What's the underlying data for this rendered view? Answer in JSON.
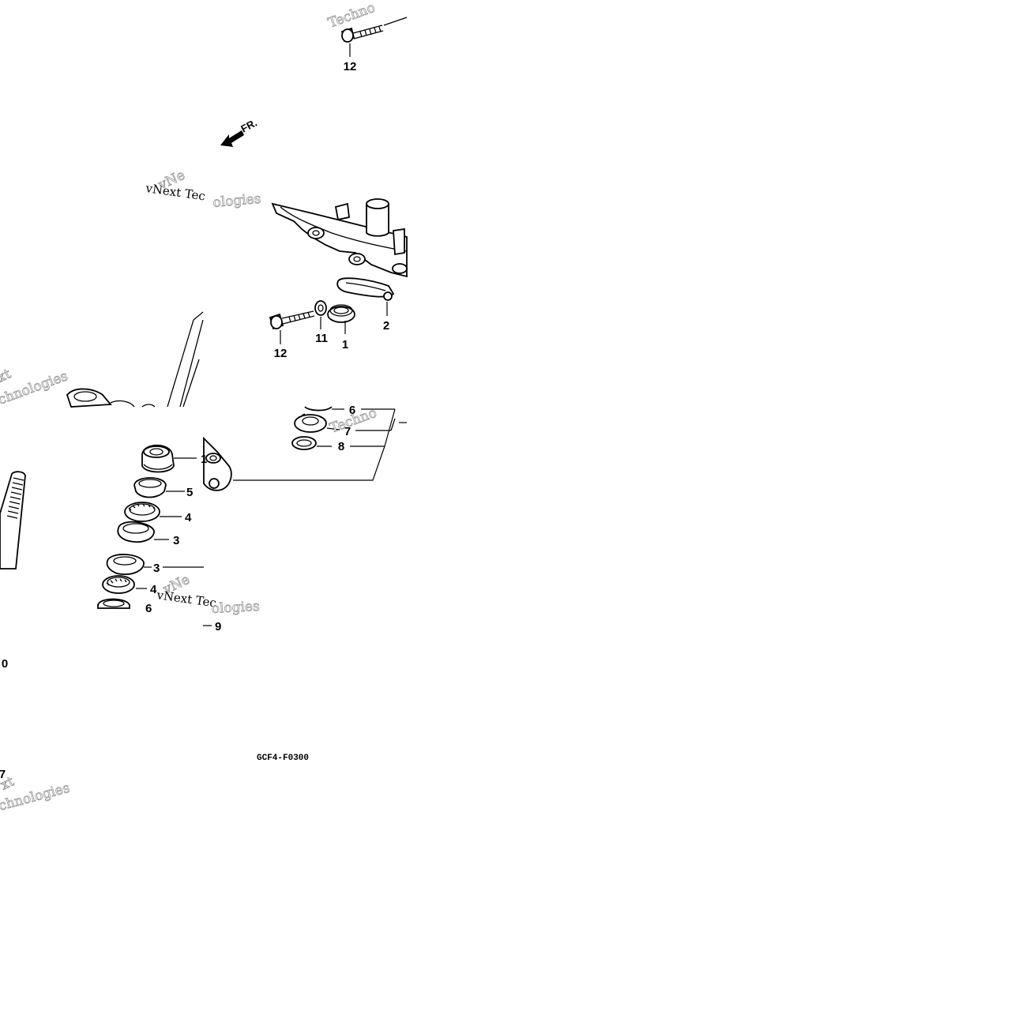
{
  "diagram_code": "GCF4-F0300",
  "direction_label": "FR.",
  "callouts": {
    "top_bolt": "12",
    "bolt_lower": "12",
    "washer": "11",
    "lock_nut_top": "1",
    "clamp": "2",
    "part_6": "6",
    "part_7": "7",
    "part_8": "8",
    "left_1": "1",
    "left_5": "5",
    "left_4": "4",
    "left_3": "3",
    "left_3b": "3",
    "left_4b": "4",
    "left_6": "6",
    "left_9": "9",
    "left_0": "0",
    "left_7": "7"
  },
  "watermarks": {
    "w1": "Techno",
    "w2": "vNext Tec",
    "w3": "vNe",
    "w4": "ologies",
    "w5": "xt",
    "w6": "chnologies",
    "w7": "Techno",
    "w8": "vNext Tec",
    "w9": "vNe",
    "w10": "ologies",
    "w11": "xt",
    "w12": "chnologies"
  }
}
